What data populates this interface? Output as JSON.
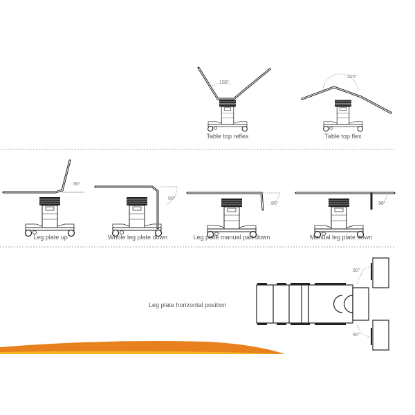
{
  "row1": [
    {
      "label": "Table top reflex",
      "angle": "100°"
    },
    {
      "label": "Table top flex",
      "angle": "225°"
    }
  ],
  "row2": [
    {
      "label": "Leg plate up",
      "angle": "80°"
    },
    {
      "label": "Whole leg plate down",
      "angle": "90°"
    },
    {
      "label": "Leg plate manual part down",
      "angle": "90°"
    },
    {
      "label": "Manual leg plate down",
      "angle": "90°"
    }
  ],
  "row3": {
    "label": "Leg plate horizontal position",
    "angle_top": "90°",
    "angle_bottom": "90°"
  },
  "colors": {
    "accent_orange": "#e8801e",
    "accent_yellow": "#f5b324",
    "divider": "#aaaaaa"
  }
}
